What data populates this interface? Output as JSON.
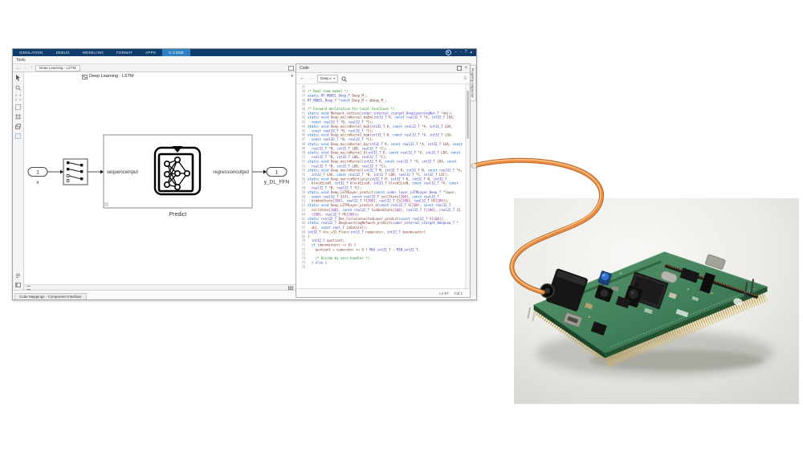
{
  "toolstrip": {
    "tabs": [
      {
        "label": "SIMULATION",
        "active": false
      },
      {
        "label": "DEBUG",
        "active": false
      },
      {
        "label": "MODELING",
        "active": false
      },
      {
        "label": "FORMAT",
        "active": false
      },
      {
        "label": "APPS",
        "active": false
      },
      {
        "label": "C CODE",
        "active": true
      }
    ],
    "tools_label": "Tools"
  },
  "breadcrumb": {
    "model": "Deep Learning - LSTM"
  },
  "canvas": {
    "title": "Deep Learning - LSTM"
  },
  "diagram": {
    "inport": {
      "number": "1",
      "label": "x"
    },
    "predict": {
      "input_port": "sequenceinput",
      "output_port": "regressionoutput",
      "label": "Predict"
    },
    "outport": {
      "number": "1",
      "label": "y_DL_FFN"
    }
  },
  "bottom_tab": "Code Mappings - Component Interface",
  "property_inspector": "Property Inspector",
  "code_panel": {
    "title": "Code",
    "file": "Deep.c",
    "status": {
      "line": "Ln 67",
      "col": "Col 1"
    },
    "lines": [
      {
        "n": 35,
        "t": ""
      },
      {
        "n": 36,
        "t": "/* Real-time model */"
      },
      {
        "n": 37,
        "t": "static RT_MODEL_Deep_T Deep_M_;"
      },
      {
        "n": 38,
        "t": "RT_MODEL_Deep_T *const Deep_M = &Deep_M_;"
      },
      {
        "n": 39,
        "t": ""
      },
      {
        "n": 40,
        "t": "/* Forward declaration for local functions */"
      },
      {
        "n": 41,
        "t": "static void Network_setSize(coder_internal_ctarget_DeepLearningNet_T *obj);"
      },
      {
        "n": 42,
        "t": "static void Deep_microKernel_bqEm(int32_T K, const real32_T *A, int32_T LDA,"
      },
      {
        "n": 43,
        "t": "  const real32_T *B, real32_T *C);"
      },
      {
        "n": 44,
        "t": "static void Deep_microKernel_bqE(int32_T K, const real32_T *A, int32_T LDA,"
      },
      {
        "n": 45,
        "t": "  const real32_T *B, real32_T *C);"
      },
      {
        "n": 46,
        "t": "static void Deep_microKernel_bqm(int32_T K, const real32_T *A, int32_T LDA,"
      },
      {
        "n": 47,
        "t": "  const real32_T *B, real32_T *C);"
      },
      {
        "n": 48,
        "t": "static void Deep_microKernel_bq(int32_T K, const real32_T *A, int32_T LDA, const"
      },
      {
        "n": 49,
        "t": "  real32_T *B, int32_T LDB, real32_T *C);"
      },
      {
        "n": 50,
        "t": "static void Deep_microKernel_b(int32_T K, const real32_T *A, int32_T LDA, const"
      },
      {
        "n": 51,
        "t": "  real32_T *B, int32_T LDB, real32_T *C);"
      },
      {
        "n": 52,
        "t": "static void Deep_microKernel(int32_T K, const real32_T *A, int32_T LDA, const"
      },
      {
        "n": 53,
        "t": "  real32_T *B, int32_T LDB, real32_T *C);"
      },
      {
        "n": 54,
        "t": "static void Deep_macroKernel(int32_T M, int32_T K, int32_T N, const real32_T *A,"
      },
      {
        "n": 55,
        "t": "  int32_T LDA, const real32_T *B, int32_T LDB, real32_T *C, int32_T LDC);"
      },
      {
        "n": 56,
        "t": "static void Deep_matrixMultiply(int32_T M, int32_T K, int32_T N, int32_T"
      },
      {
        "n": 57,
        "t": "  blockSizeM, int32_T blockSizeK, int32_T blockSizeN, const real32_T *A, const"
      },
      {
        "n": 58,
        "t": "  real32_T *B, real32_T *C);"
      },
      {
        "n": 59,
        "t": "static void Deep_LSTMLayer_predict(const coder_layer_LSTMLayer_Deep_T *layer,"
      },
      {
        "n": 60,
        "t": "  const real32_T X[4], const real32_T cellState[200], const real32_T"
      },
      {
        "n": 61,
        "t": "  hiddenState[200], real32_T Y[200], real32_T CS[200], real32_T HS[200]);"
      },
      {
        "n": 62,
        "t": "static void Deep_LSTMLayer_predict_d(const real32_T X[200], const real32_T"
      },
      {
        "n": 63,
        "t": "  cellState[100], const real32_T hiddenState[100], real32_T Y[100], real32_T CS"
      },
      {
        "n": 64,
        "t": "  [100], real32_T HS[100]);"
      },
      {
        "n": 65,
        "t": "static real32_T Dee_FullyConnectedLayer_predict(const real32_T X[100]);"
      },
      {
        "n": 66,
        "t": "static real32_T DeepLearningNetwork_predict(coder_internal_ctarget_DeepLea_T *"
      },
      {
        "n": 67,
        "t": "  obj, const real_T inData[4]);"
      },
      {
        "n": 68,
        "t": "int32_T div_s32_floor(int32_T numerator, int32_T denominator)"
      },
      {
        "n": 69,
        "t": "{"
      },
      {
        "n": 70,
        "t": "  int32_T quotient;"
      },
      {
        "n": 71,
        "t": "  if (denominator == 0) {"
      },
      {
        "n": 72,
        "t": "    quotient = numerator >= 0 ? MAX_int32_T : MIN_int32_T;"
      },
      {
        "n": 73,
        "t": ""
      },
      {
        "n": 74,
        "t": "    /* Divide by zero handler */"
      },
      {
        "n": 75,
        "t": "  } else {"
      },
      {
        "n": 76,
        "t": ""
      }
    ]
  },
  "colors": {
    "toolstrip_bg": "#0d3c6d",
    "toolstrip_active_tab": "#2f7fc1",
    "cable_orange": "#ea8b3f",
    "pcb_green": "#41805a"
  },
  "icons": [
    "user-icon",
    "minimize-icon",
    "help-icon",
    "collapse-ribbon-icon",
    "back-icon",
    "forward-icon",
    "up-icon",
    "search-icon",
    "menu-icon",
    "close-icon",
    "undock-icon",
    "grid-icon"
  ]
}
